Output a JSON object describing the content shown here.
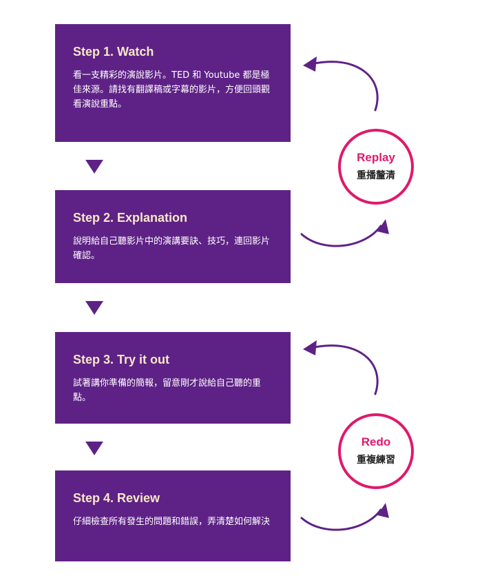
{
  "steps": [
    {
      "title": "Step 1. Watch",
      "desc": "看一支精彩的演說影片。TED 和 Youtube 都是極佳來源。請找有翻譯稿或字幕的影片，方便回頭觀看演說重點。"
    },
    {
      "title": "Step 2. Explanation",
      "desc": "說明給自己聽影片中的演講要訣、技巧，連回影片確認。"
    },
    {
      "title": "Step 3. Try it out",
      "desc": "試著講你準備的簡報，留意剛才說給自己聽的重點。"
    },
    {
      "title": "Step 4. Review",
      "desc": "仔細檢查所有發生的問題和錯誤，弄清楚如何解決"
    }
  ],
  "loops": [
    {
      "title": "Replay",
      "subtitle": "重播釐清"
    },
    {
      "title": "Redo",
      "subtitle": "重複練習"
    }
  ],
  "colors": {
    "step_bg": "#5e2286",
    "accent": "#e0186c",
    "step_title": "#f7e7c8"
  }
}
